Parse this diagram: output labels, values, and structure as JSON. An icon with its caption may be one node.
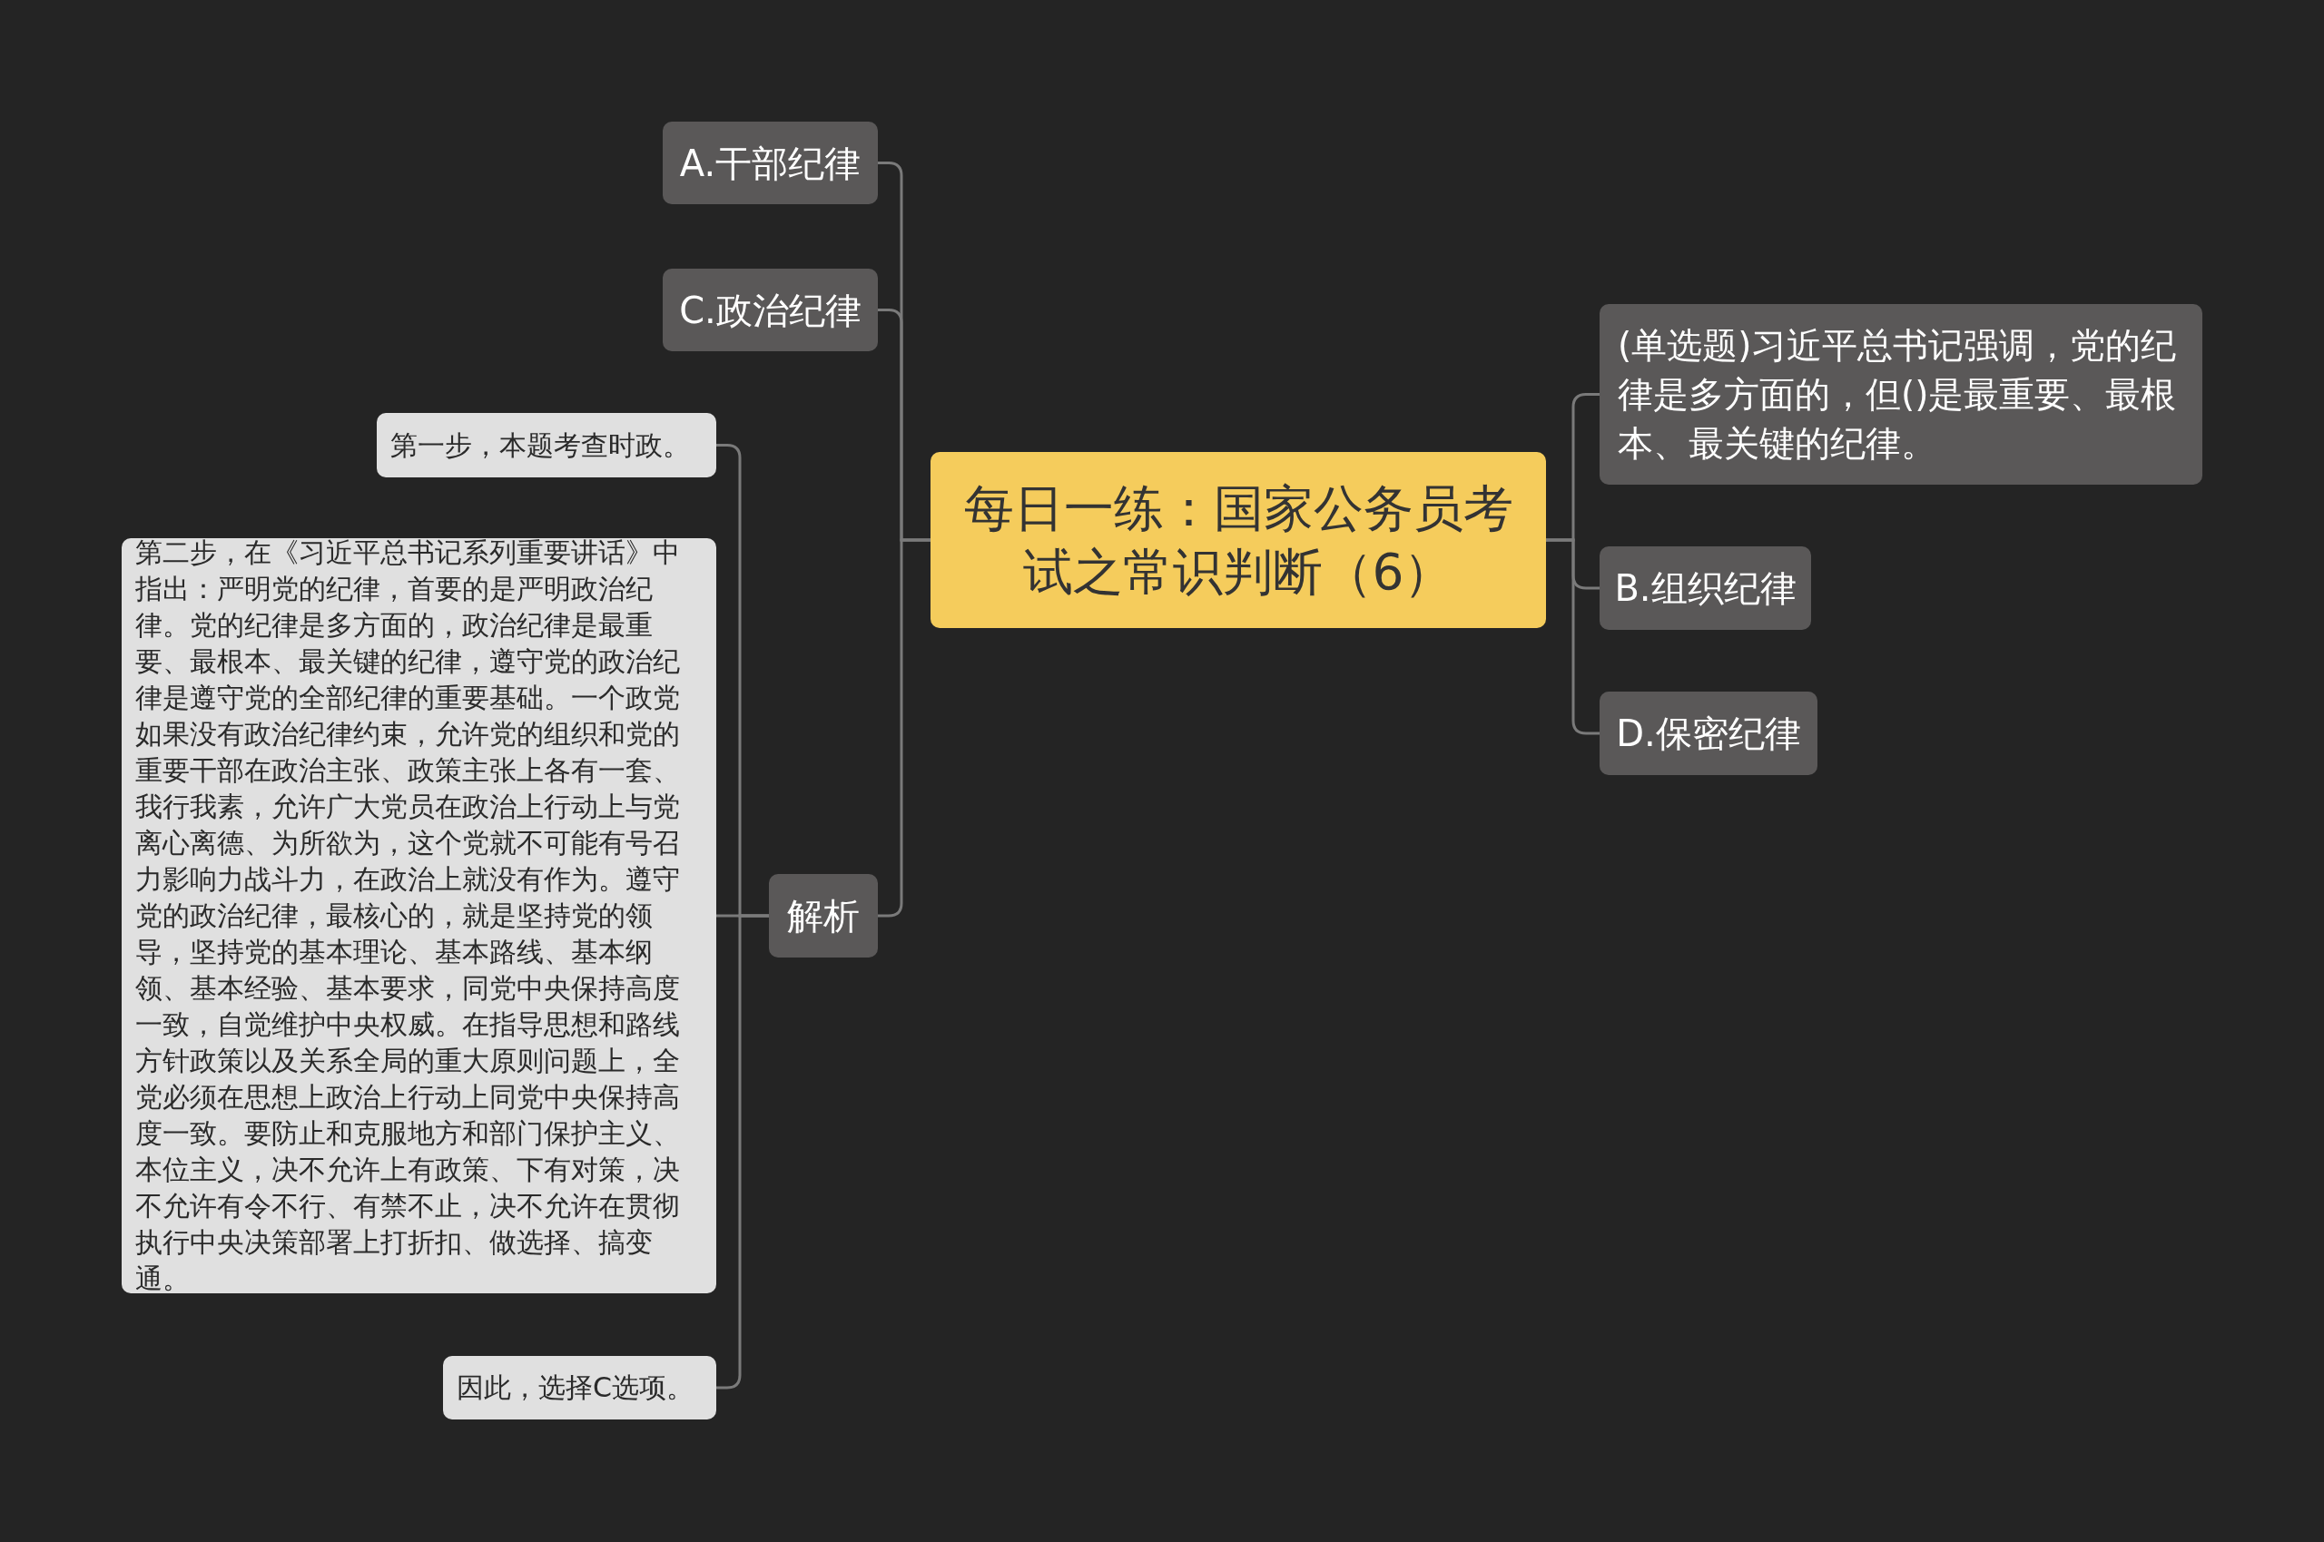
{
  "diagram": {
    "nodes": [
      {
        "text": [
          "每日一练：国家公务员考试之常识判断（6）"
        ]
      },
      {
        "text": [
          "A.干部纪律"
        ]
      },
      {
        "text": [
          "C.政治纪律"
        ]
      },
      {
        "text": [
          "解析"
        ]
      },
      {
        "text": [
          "第一步，本题考查时政。"
        ]
      },
      {
        "text": [
          "第二步，在《习近平总书记系列重要讲话》中指出：严明党的纪律，首要的是严明政治纪律。党的纪律是多方面的，政治纪律是最重要、最根本、最关键的纪律，遵守党的政治纪律是遵守党的全部纪律的重要基础。一个政党如果没有政治纪律约束，允许党的组织和党的重要干部在政治主张、政策主张上各有一套、我行我素，允许广大党员在政治上行动上与党离心离德、为所欲为，这个党就不可能有号召力影响力战斗力，在政治上就没有作为。遵守党的政治纪律，最核心的，就是坚持党的领导，坚持党的基本理论、基本路线、基本纲领、基本经验、基本要求，同党中央保持高度一致，自觉维护中央权威。在指导思想和路线方针政策以及关系全局的重大原则问题上，全党必须在思想上政治上行动上同党中央保持高度一致。要防止和克服地方和部门保护主义、本位主义，决不允许上有政策、下有对策，决不允许有令不行、有禁不止，决不允许在贯彻执行中央决策部署上打折扣、做选择、搞变通。"
        ]
      },
      {
        "text": [
          "因此，选择C选项。"
        ]
      },
      {
        "text": [
          "(单选题)习近平总书记强调，党的纪律是多方面的，但()是最重要、最根本、最关键的纪律。"
        ]
      },
      {
        "text": [
          "B.组织纪律"
        ]
      },
      {
        "text": [
          "D.保密纪律"
        ]
      }
    ],
    "edges": [
      {
        "from": 0,
        "to": 1,
        "arrow": "none"
      },
      {
        "from": 0,
        "to": 2,
        "arrow": "none"
      },
      {
        "from": 0,
        "to": 3,
        "arrow": "none"
      },
      {
        "from": 3,
        "to": 4,
        "arrow": "none"
      },
      {
        "from": 3,
        "to": 5,
        "arrow": "none"
      },
      {
        "from": 3,
        "to": 6,
        "arrow": "none"
      },
      {
        "from": 0,
        "to": 7,
        "arrow": "none"
      },
      {
        "from": 0,
        "to": 8,
        "arrow": "none"
      },
      {
        "from": 0,
        "to": 9,
        "arrow": "none"
      }
    ]
  }
}
